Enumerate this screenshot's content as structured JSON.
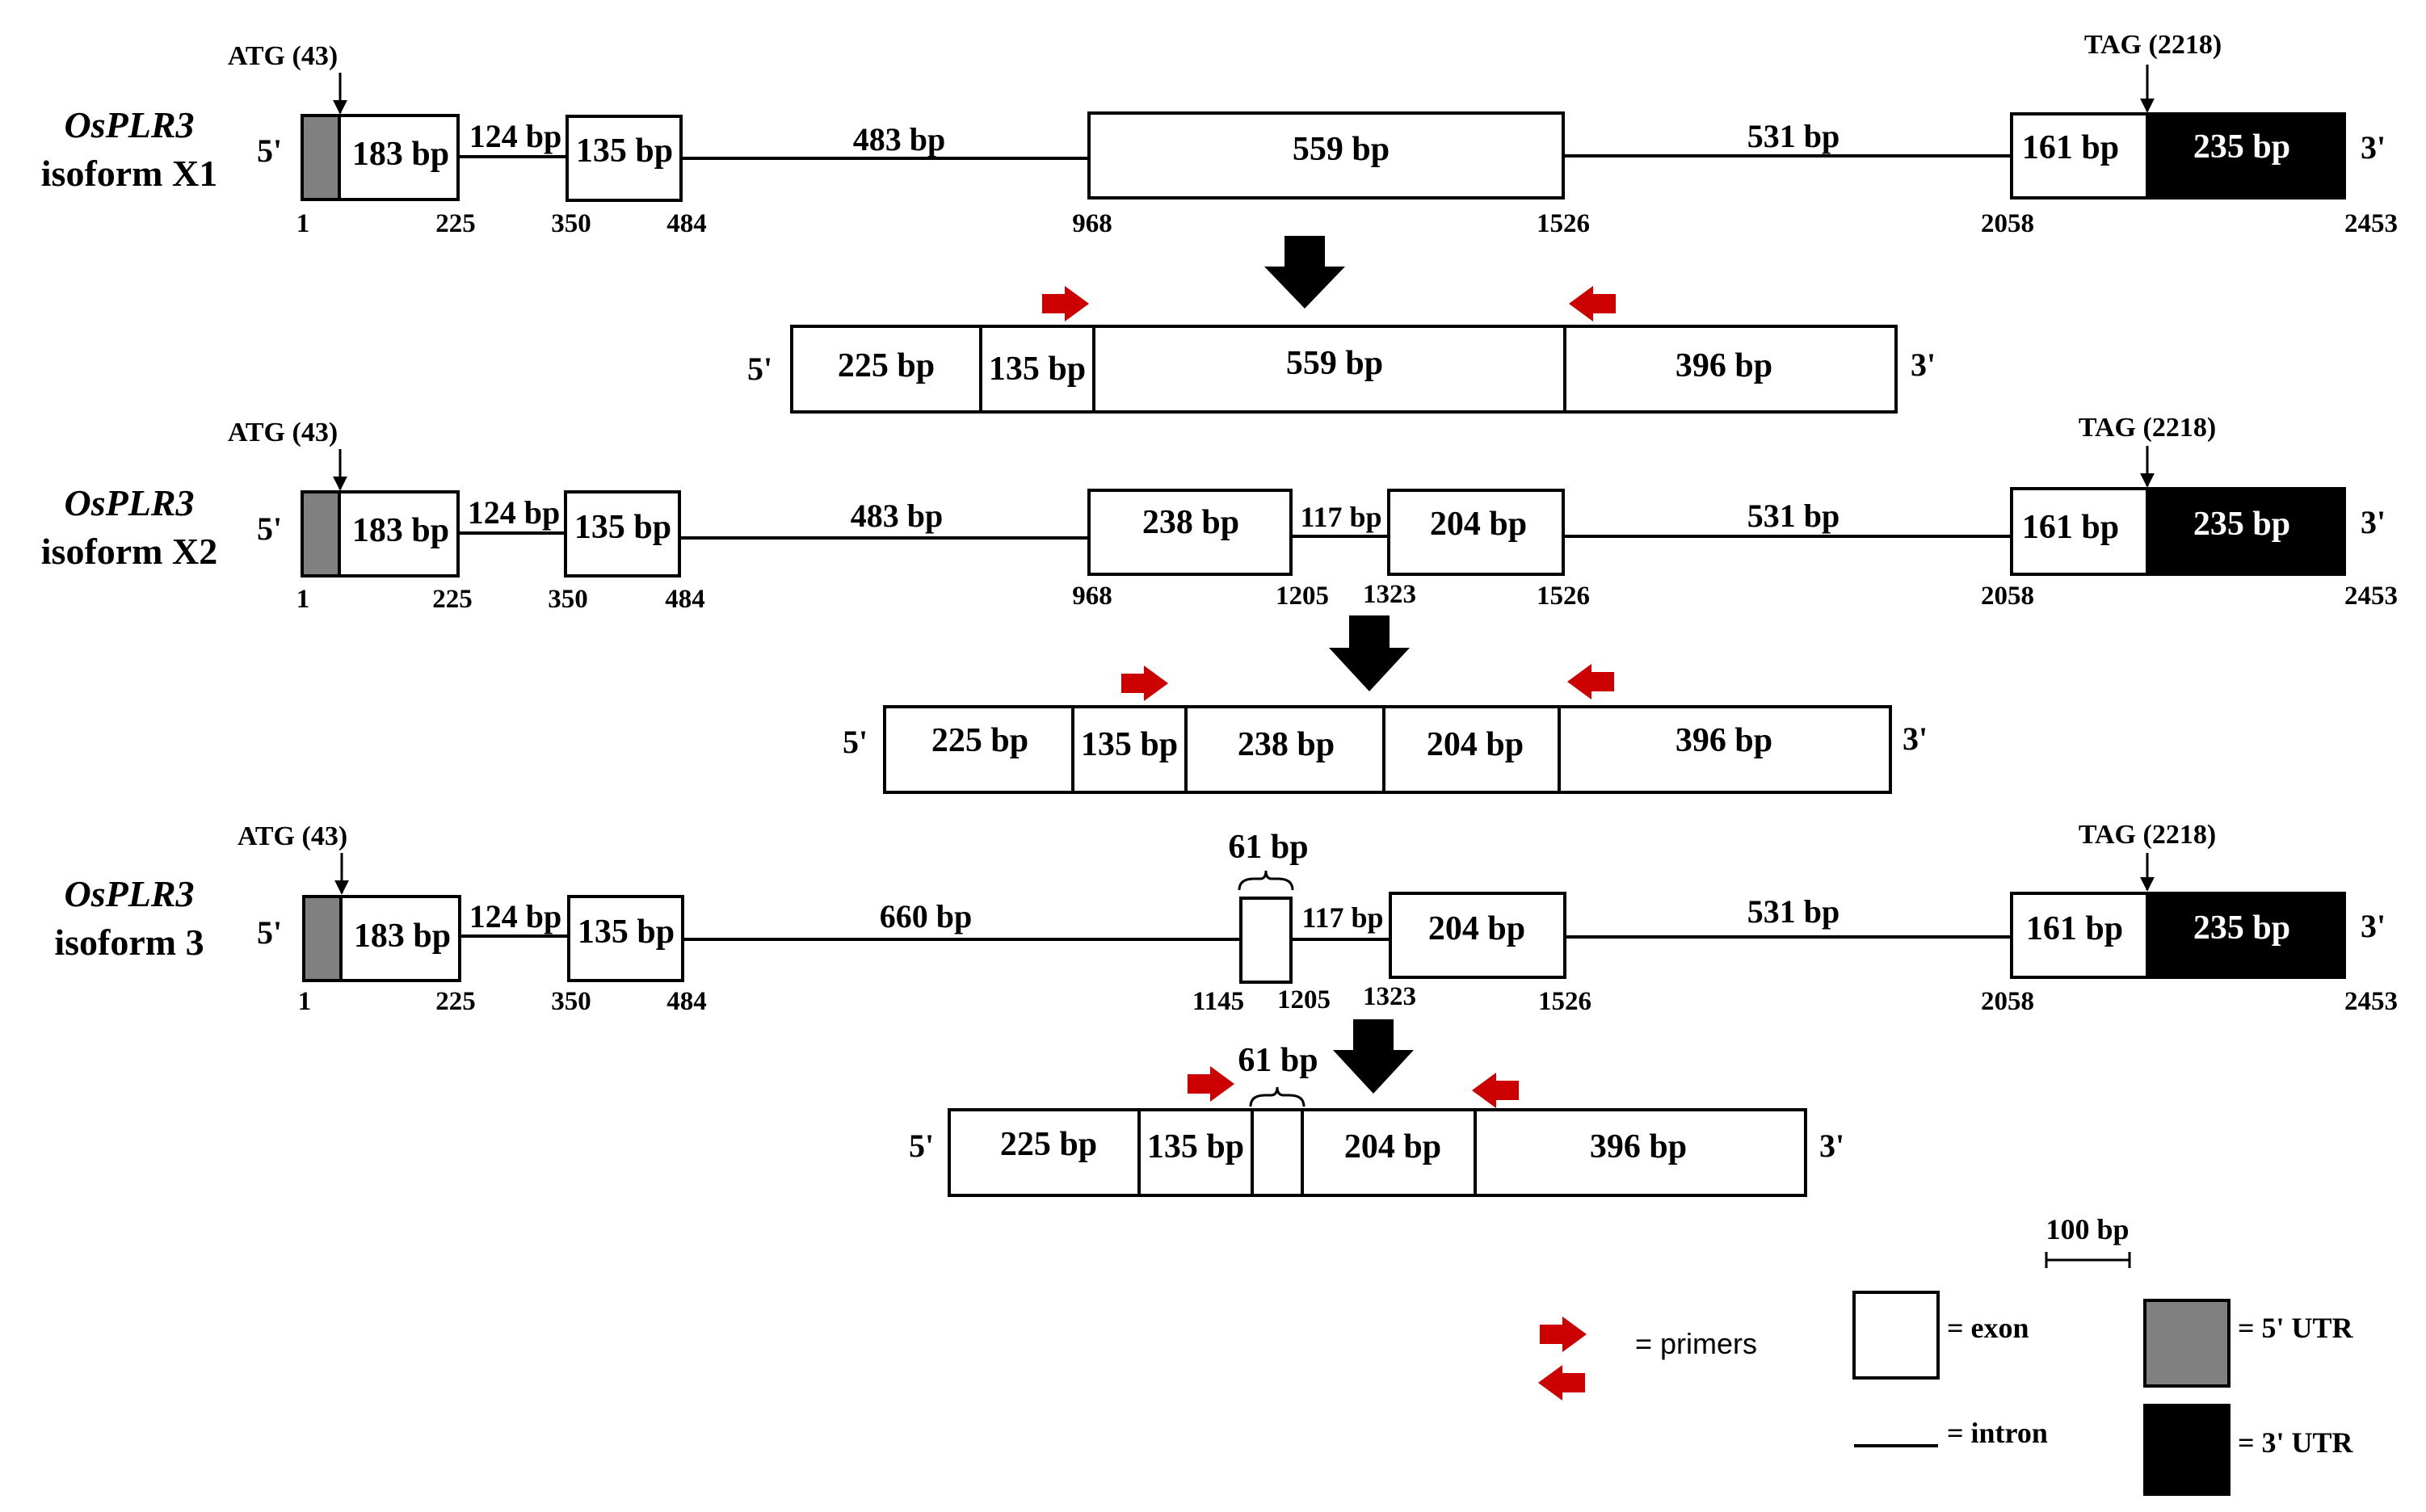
{
  "isoforms": [
    {
      "name": "OsPLR3",
      "variant": "isoform X1",
      "five_prime": "5'",
      "three_prime": "3'",
      "start_codon": "ATG (43)",
      "stop_codon": "TAG (2218)",
      "exon_labels": [
        "183 bp",
        "135 bp",
        "559 bp",
        "161 bp",
        "235 bp"
      ],
      "intron_labels": [
        "124 bp",
        "483 bp",
        "531 bp"
      ],
      "positions": [
        "1",
        "225",
        "350",
        "484",
        "968",
        "1526",
        "2058",
        "2453"
      ]
    },
    {
      "name": "OsPLR3",
      "variant": "isoform X2",
      "five_prime": "5'",
      "three_prime": "3'",
      "start_codon": "ATG (43)",
      "stop_codon": "TAG (2218)",
      "exon_labels": [
        "183 bp",
        "135 bp",
        "238 bp",
        "204 bp",
        "161 bp",
        "235 bp"
      ],
      "intron_labels": [
        "124 bp",
        "483 bp",
        "117 bp",
        "531 bp"
      ],
      "positions": [
        "1",
        "225",
        "350",
        "484",
        "968",
        "1205",
        "1323",
        "1526",
        "2058",
        "2453"
      ]
    },
    {
      "name": "OsPLR3",
      "variant": "isoform 3",
      "five_prime": "5'",
      "three_prime": "3'",
      "start_codon": "ATG (43)",
      "stop_codon": "TAG (2218)",
      "exon_labels": [
        "183 bp",
        "135 bp",
        "61 bp",
        "204 bp",
        "161 bp",
        "235 bp"
      ],
      "intron_labels": [
        "124 bp",
        "660 bp",
        "117 bp",
        "531 bp"
      ],
      "positions": [
        "1",
        "225",
        "350",
        "484",
        "1145",
        "1205",
        "1323",
        "1526",
        "2058",
        "2453"
      ]
    }
  ],
  "transcripts": [
    {
      "five_prime": "5'",
      "three_prime": "3'",
      "segments": [
        "225 bp",
        "135 bp",
        "559 bp",
        "396 bp"
      ]
    },
    {
      "five_prime": "5'",
      "three_prime": "3'",
      "segments": [
        "225 bp",
        "135 bp",
        "238 bp",
        "204 bp",
        "396 bp"
      ]
    },
    {
      "five_prime": "5'",
      "three_prime": "3'",
      "segments": [
        "225 bp",
        "135 bp",
        "204 bp",
        "396 bp"
      ],
      "small_exon_label": "61 bp"
    }
  ],
  "legend": {
    "primers": "= primers",
    "exon": "= exon",
    "intron": "= intron",
    "utr5": "= 5' UTR",
    "utr3": "= 3' UTR",
    "scale": "100 bp"
  },
  "colors": {
    "primer": "#cc0000",
    "utr5": "#808080",
    "utr3": "#000000",
    "line": "#000000"
  }
}
